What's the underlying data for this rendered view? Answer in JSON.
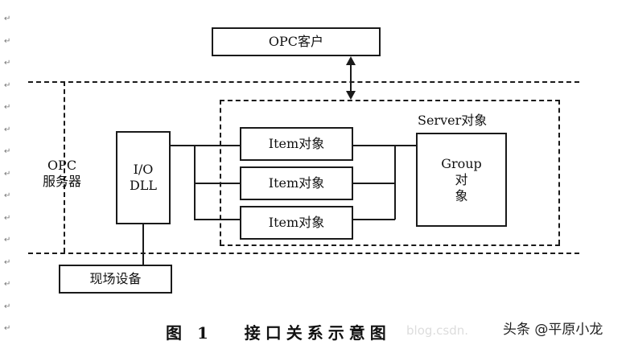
{
  "diagram": {
    "client_box": "OPC客户",
    "server_object_label": "Server对象",
    "group_object_label": [
      "Group",
      "对",
      "象"
    ],
    "io_dll_label": [
      "I/O",
      "DLL"
    ],
    "item_object_labels": [
      "Item对象",
      "Item对象",
      "Item对象"
    ],
    "opc_server_label": [
      "OPC",
      "服务器"
    ],
    "field_device_box": "现场设备"
  },
  "caption": "图 1   接口关系示意图",
  "watermark": {
    "url_text": "blog.csdn.",
    "attribution": "头条 @平原小龙"
  },
  "margin_marks": [
    "↵",
    "↵",
    "↵",
    "↵",
    "↵",
    "↵",
    "↵",
    "↵",
    "↵",
    "↵",
    "↵",
    "↵",
    "↵",
    "↵",
    "↵"
  ]
}
